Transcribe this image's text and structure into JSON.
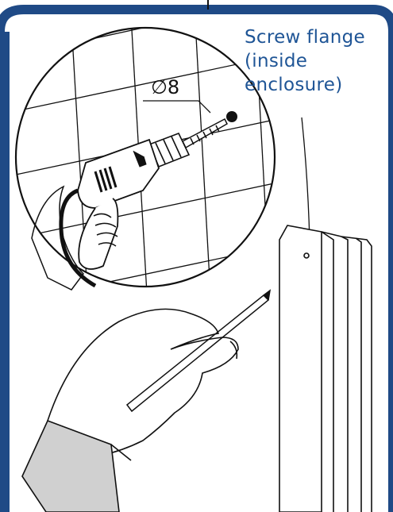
{
  "callout": {
    "line1": "Screw flange",
    "line2": "(inside",
    "line3": "enclosure)"
  },
  "drill_bit_label": "∅8",
  "colors": {
    "frame": "#1f4a86",
    "callout_text": "#1f5596",
    "line_art": "#111111",
    "background": "#ffffff"
  }
}
